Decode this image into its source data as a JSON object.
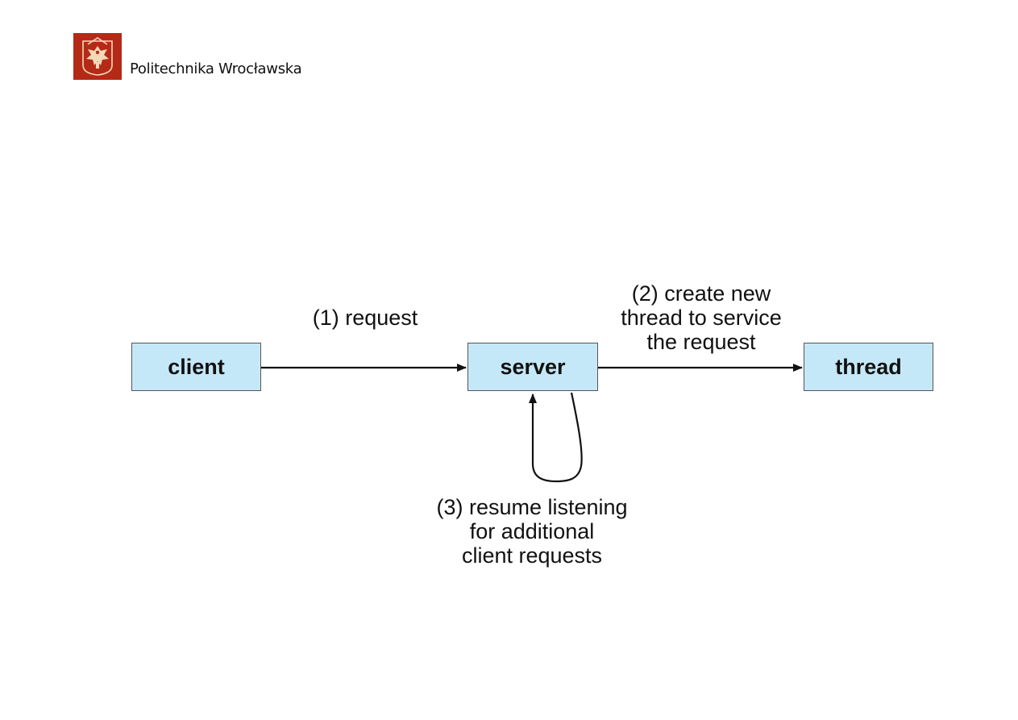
{
  "header": {
    "institution": "Politechnika Wrocławska",
    "logo_icon": "eagle-crest-icon",
    "logo_color": "#b52a17"
  },
  "diagram": {
    "nodes": {
      "client": "client",
      "server": "server",
      "thread": "thread"
    },
    "node_fill": "#c5e8f8",
    "edges": {
      "request": {
        "lines": [
          "(1) request"
        ]
      },
      "create_thread": {
        "lines": [
          "(2) create new",
          "thread to service",
          "the request"
        ]
      },
      "resume": {
        "lines": [
          "(3) resume listening",
          "for additional",
          "client requests"
        ]
      }
    }
  }
}
